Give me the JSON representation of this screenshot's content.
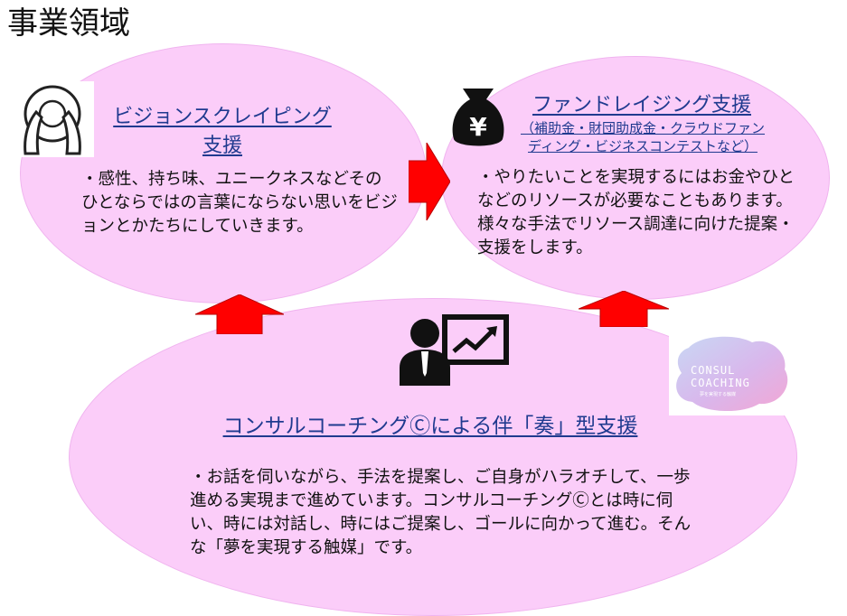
{
  "title": "事業領域",
  "vision": {
    "heading_line1": "ビジョンスクレイピング",
    "heading_line2": "支援",
    "body": "・感性、持ち味、ユニークネスなどそのひとならではの言葉にならない思いをビジョンとかたちにしていきます。"
  },
  "fundraising": {
    "heading": "ファンドレイジング支援",
    "sub_line1": "（補助金・財団助成金・クラウドファン",
    "sub_line2": "ディング・ビジネスコンテストなど）",
    "body": "・やりたいことを実現するにはお金やひとなどのリソースが必要なこともあります。様々な手法でリソース調達に向けた提案・支援をします。",
    "icon_symbol": "¥"
  },
  "consulting": {
    "heading": "コンサルコーチングⒸによる伴「奏」型支援",
    "body": "・お話を伺いながら、手法を提案し、ご自身がハラオチして、一歩進める実現まで進めています。コンサルコーチングⒸとは時に伺い、時には対話し、時にはご提案し、ゴールに向かって進む。そんな「夢を実現する触媒」です。"
  },
  "logo": {
    "line1": "CONSUL",
    "line2": "COACHING",
    "tagline": "夢を実現する触媒"
  },
  "colors": {
    "ellipse_fill": "#fbcdf9",
    "heading_blue": "#1f3a8f",
    "arrow_red": "#ff0000"
  }
}
